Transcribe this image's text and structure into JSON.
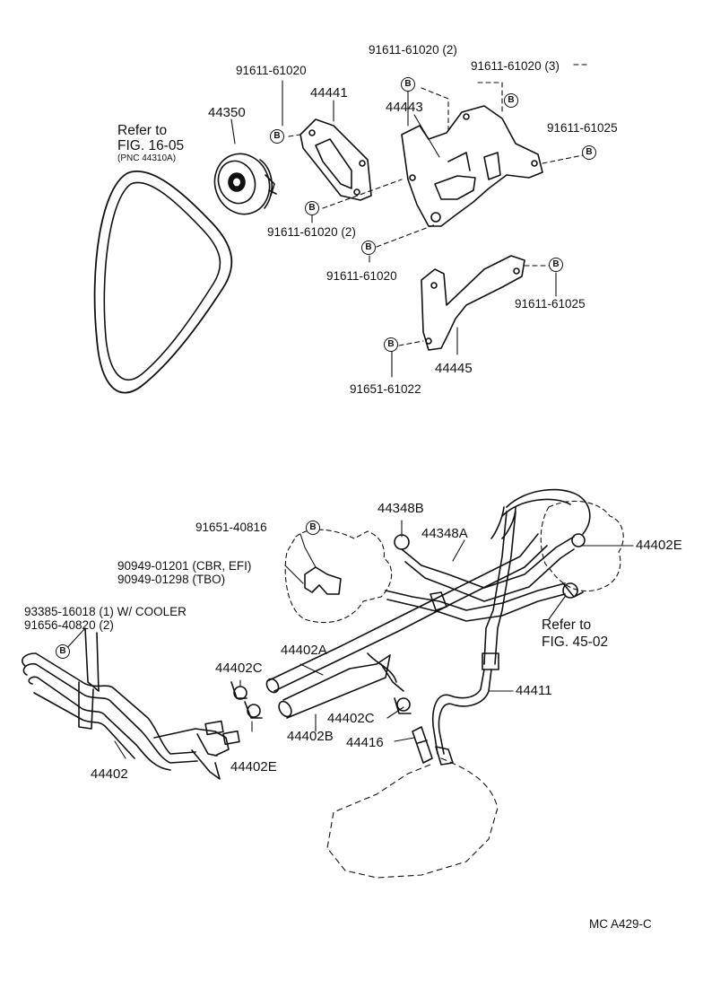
{
  "labels": {
    "refer_to_1": "Refer to",
    "fig_16_05": "FIG. 16-05",
    "pnc_44310a": "(PNC 44310A)",
    "p44350": "44350",
    "p44441": "44441",
    "p44443": "44443",
    "p44445": "44445",
    "b91611_61020_a": "91611-61020",
    "b91611_61020_2_top": "91611-61020 (2)",
    "b91611_61020_3": "91611-61020 (3)",
    "b91611_61025_a": "91611-61025",
    "b91611_61020_2_mid": "91611-61020 (2)",
    "b91611_61020_b": "91611-61020",
    "b91611_61025_b": "91611-61025",
    "b91651_61022": "91651-61022",
    "b91651_40816": "91651-40816",
    "p44348b": "44348B",
    "p44348a": "44348A",
    "p44402e_right": "44402E",
    "p90949_01201": "90949-01201 (CBR, EFI)",
    "p90949_01298": "90949-01298 (TBO)",
    "p93385_16018": "93385-16018 (1) W/ COOLER",
    "p91656_40820": "91656-40820 (2)",
    "refer_to_2": "Refer to",
    "fig_45_02": "FIG. 45-02",
    "p44402a": "44402A",
    "p44402c_left": "44402C",
    "p44411": "44411",
    "p44402c_right": "44402C",
    "p44402b": "44402B",
    "p44416": "44416",
    "p44402e_left": "44402E",
    "p44402": "44402",
    "footer_code": "MC  A429-C"
  },
  "bolt_symbol": "B"
}
